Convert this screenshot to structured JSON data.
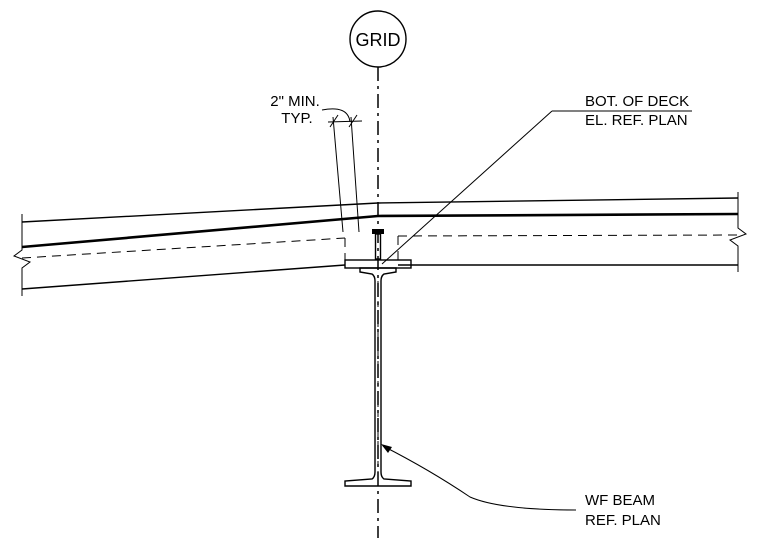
{
  "grid": {
    "label": "GRID"
  },
  "callouts": {
    "min_dim": {
      "line1": "2\" MIN.",
      "line2": "TYP."
    },
    "deck": {
      "line1": "BOT. OF DECK",
      "line2": "EL. REF. PLAN"
    },
    "beam": {
      "line1": "WF BEAM",
      "line2": "REF. PLAN"
    }
  }
}
